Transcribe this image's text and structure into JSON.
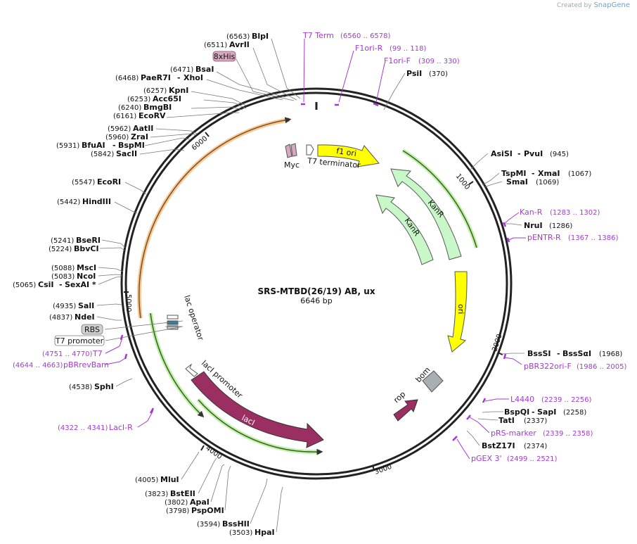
{
  "branding": {
    "created_by": "Created by",
    "app": "SnapGene"
  },
  "plasmid": {
    "name": "SRS-MTBD(26/19) AB, ux",
    "length_label": "6646 bp",
    "length": 6646
  },
  "ticks": [
    "1000",
    "2000",
    "3000",
    "4000",
    "5000",
    "6000"
  ],
  "features": [
    {
      "name": "f1 ori",
      "color": "#ffff00"
    },
    {
      "name": "KanR",
      "color": "#c8f7c8"
    },
    {
      "name": "KanR",
      "color": "#c8f7c8"
    },
    {
      "name": "ori",
      "color": "#ffff00"
    },
    {
      "name": "bom",
      "color": "#a9aeb3"
    },
    {
      "name": "rop",
      "color": "#9c2f62"
    },
    {
      "name": "lacI",
      "color": "#9c2f62"
    },
    {
      "name": "lacI promoter",
      "color": "#ffffff"
    },
    {
      "name": "lac operator",
      "color": "#ffffff"
    },
    {
      "name": "RBS",
      "color": "#d0d0d0"
    },
    {
      "name": "T7 promoter",
      "color": "#ffffff"
    },
    {
      "name": "8xHis",
      "color": "#d8a8be"
    },
    {
      "name": "Myc",
      "color": "#d8a8be"
    },
    {
      "name": "T7 terminator",
      "color": "#ffffff"
    }
  ],
  "sites": [
    {
      "name": "BlpI",
      "pos": "(6563)"
    },
    {
      "name": "AvrII",
      "pos": "(6511)"
    },
    {
      "name": "BsaI",
      "pos": "(6471)"
    },
    {
      "name": "PaeR7I",
      "pos": "(6468)",
      "alt": "XhoI"
    },
    {
      "name": "KpnI",
      "pos": "(6257)"
    },
    {
      "name": "Acc65I",
      "pos": "(6253)"
    },
    {
      "name": "BmgBI",
      "pos": "(6240)"
    },
    {
      "name": "EcoRV",
      "pos": "(6161)"
    },
    {
      "name": "AatII",
      "pos": "(5962)"
    },
    {
      "name": "ZraI",
      "pos": "(5960)"
    },
    {
      "name": "BfuAI",
      "pos": "(5931)",
      "alt": "BspMI"
    },
    {
      "name": "SacII",
      "pos": "(5842)"
    },
    {
      "name": "EcoRI",
      "pos": "(5547)"
    },
    {
      "name": "HindIII",
      "pos": "(5442)"
    },
    {
      "name": "BseRI",
      "pos": "(5241)"
    },
    {
      "name": "BbvCI",
      "pos": "(5224)"
    },
    {
      "name": "MscI",
      "pos": "(5088)"
    },
    {
      "name": "NcoI",
      "pos": "(5083)"
    },
    {
      "name": "CsiI",
      "pos": "(5065)",
      "alt": "SexAI *"
    },
    {
      "name": "SalI",
      "pos": "(4935)"
    },
    {
      "name": "NdeI",
      "pos": "(4837)"
    },
    {
      "name": "SphI",
      "pos": "(4538)"
    },
    {
      "name": "MluI",
      "pos": "(4005)"
    },
    {
      "name": "BstEII",
      "pos": "(3823)"
    },
    {
      "name": "ApaI",
      "pos": "(3802)"
    },
    {
      "name": "PspOMI",
      "pos": "(3798)"
    },
    {
      "name": "BssHII",
      "pos": "(3594)"
    },
    {
      "name": "HpaI",
      "pos": "(3503)"
    },
    {
      "name": "PsiI",
      "pos": "(370)"
    },
    {
      "name": "AsiSI",
      "alt": "PvuI",
      "pos": "(945)"
    },
    {
      "name": "TspMI",
      "alt": "XmaI",
      "pos": "(1067)"
    },
    {
      "name": "SmaI",
      "pos": "(1069)"
    },
    {
      "name": "NruI",
      "pos": "(1286)"
    },
    {
      "name": "BssSI",
      "alt": "BssSαI",
      "pos": "(1968)"
    },
    {
      "name": "BspQI",
      "alt": "SapI",
      "pos": "(2258)"
    },
    {
      "name": "TatI",
      "pos": "(2337)"
    },
    {
      "name": "BstZ17I",
      "pos": "(2374)"
    }
  ],
  "primers": [
    {
      "name": "T7 Term",
      "range": "(6560 .. 6578)"
    },
    {
      "name": "F1ori-R",
      "range": "(99 .. 118)"
    },
    {
      "name": "F1ori-F",
      "range": "(309 .. 330)"
    },
    {
      "name": "Kan-R",
      "range": "(1283 .. 1302)"
    },
    {
      "name": "pENTR-R",
      "range": "(1367 .. 1386)"
    },
    {
      "name": "pBR322ori-F",
      "range": "(1986 .. 2005)"
    },
    {
      "name": "L4440",
      "range": "(2239 .. 2256)"
    },
    {
      "name": "pRS-marker",
      "range": "(2339 .. 2358)"
    },
    {
      "name": "pGEX 3'",
      "range": "(2499 .. 2521)"
    },
    {
      "name": "T7",
      "range": "(4751 .. 4770)"
    },
    {
      "name": "pBRrevBam",
      "range": "(4644 .. 4663)"
    },
    {
      "name": "LacI-R",
      "range": "(4322 .. 4341)"
    }
  ]
}
